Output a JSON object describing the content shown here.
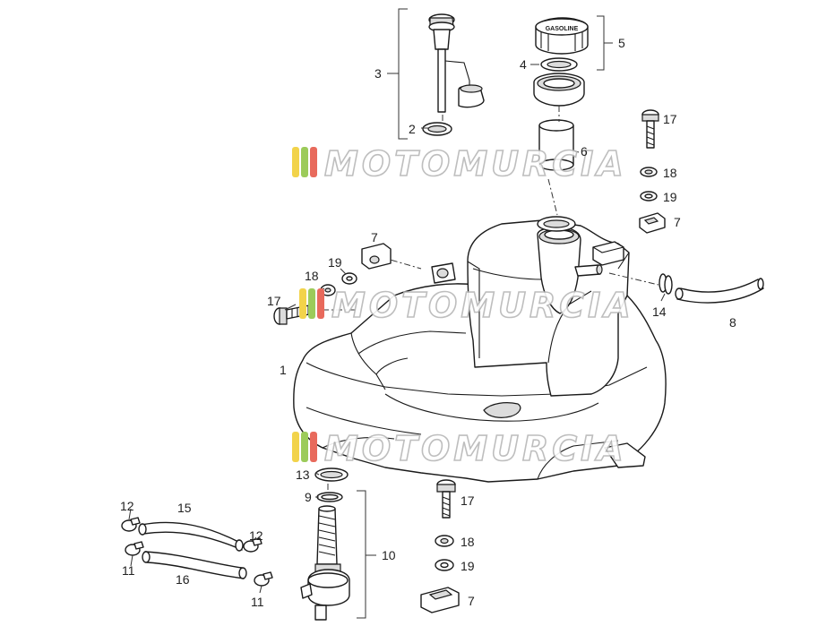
{
  "callouts": [
    {
      "id": "c1",
      "text": "1"
    },
    {
      "id": "c2",
      "text": "2"
    },
    {
      "id": "c3",
      "text": "3"
    },
    {
      "id": "c4",
      "text": "4"
    },
    {
      "id": "c5",
      "text": "5"
    },
    {
      "id": "c6",
      "text": "6"
    },
    {
      "id": "c7a",
      "text": "7"
    },
    {
      "id": "c7b",
      "text": "7"
    },
    {
      "id": "c7c",
      "text": "7"
    },
    {
      "id": "c8",
      "text": "8"
    },
    {
      "id": "c9",
      "text": "9"
    },
    {
      "id": "c10",
      "text": "10"
    },
    {
      "id": "c11a",
      "text": "11"
    },
    {
      "id": "c11b",
      "text": "11"
    },
    {
      "id": "c12a",
      "text": "12"
    },
    {
      "id": "c12b",
      "text": "12"
    },
    {
      "id": "c13",
      "text": "13"
    },
    {
      "id": "c14",
      "text": "14"
    },
    {
      "id": "c15",
      "text": "15"
    },
    {
      "id": "c16",
      "text": "16"
    },
    {
      "id": "c17a",
      "text": "17"
    },
    {
      "id": "c17b",
      "text": "17"
    },
    {
      "id": "c17c",
      "text": "17"
    },
    {
      "id": "c18a",
      "text": "18"
    },
    {
      "id": "c18b",
      "text": "18"
    },
    {
      "id": "c18c",
      "text": "18"
    },
    {
      "id": "c19a",
      "text": "19"
    },
    {
      "id": "c19b",
      "text": "19"
    },
    {
      "id": "c19c",
      "text": "19"
    }
  ],
  "watermark": {
    "text": "MOTOMURCIA",
    "stripe_colors": [
      "#f2d34a",
      "#9ccb5a",
      "#e86a5c"
    ]
  },
  "cap_marking": "GASOLINE",
  "colors": {
    "line": "#1a1a1a",
    "background": "#ffffff"
  }
}
